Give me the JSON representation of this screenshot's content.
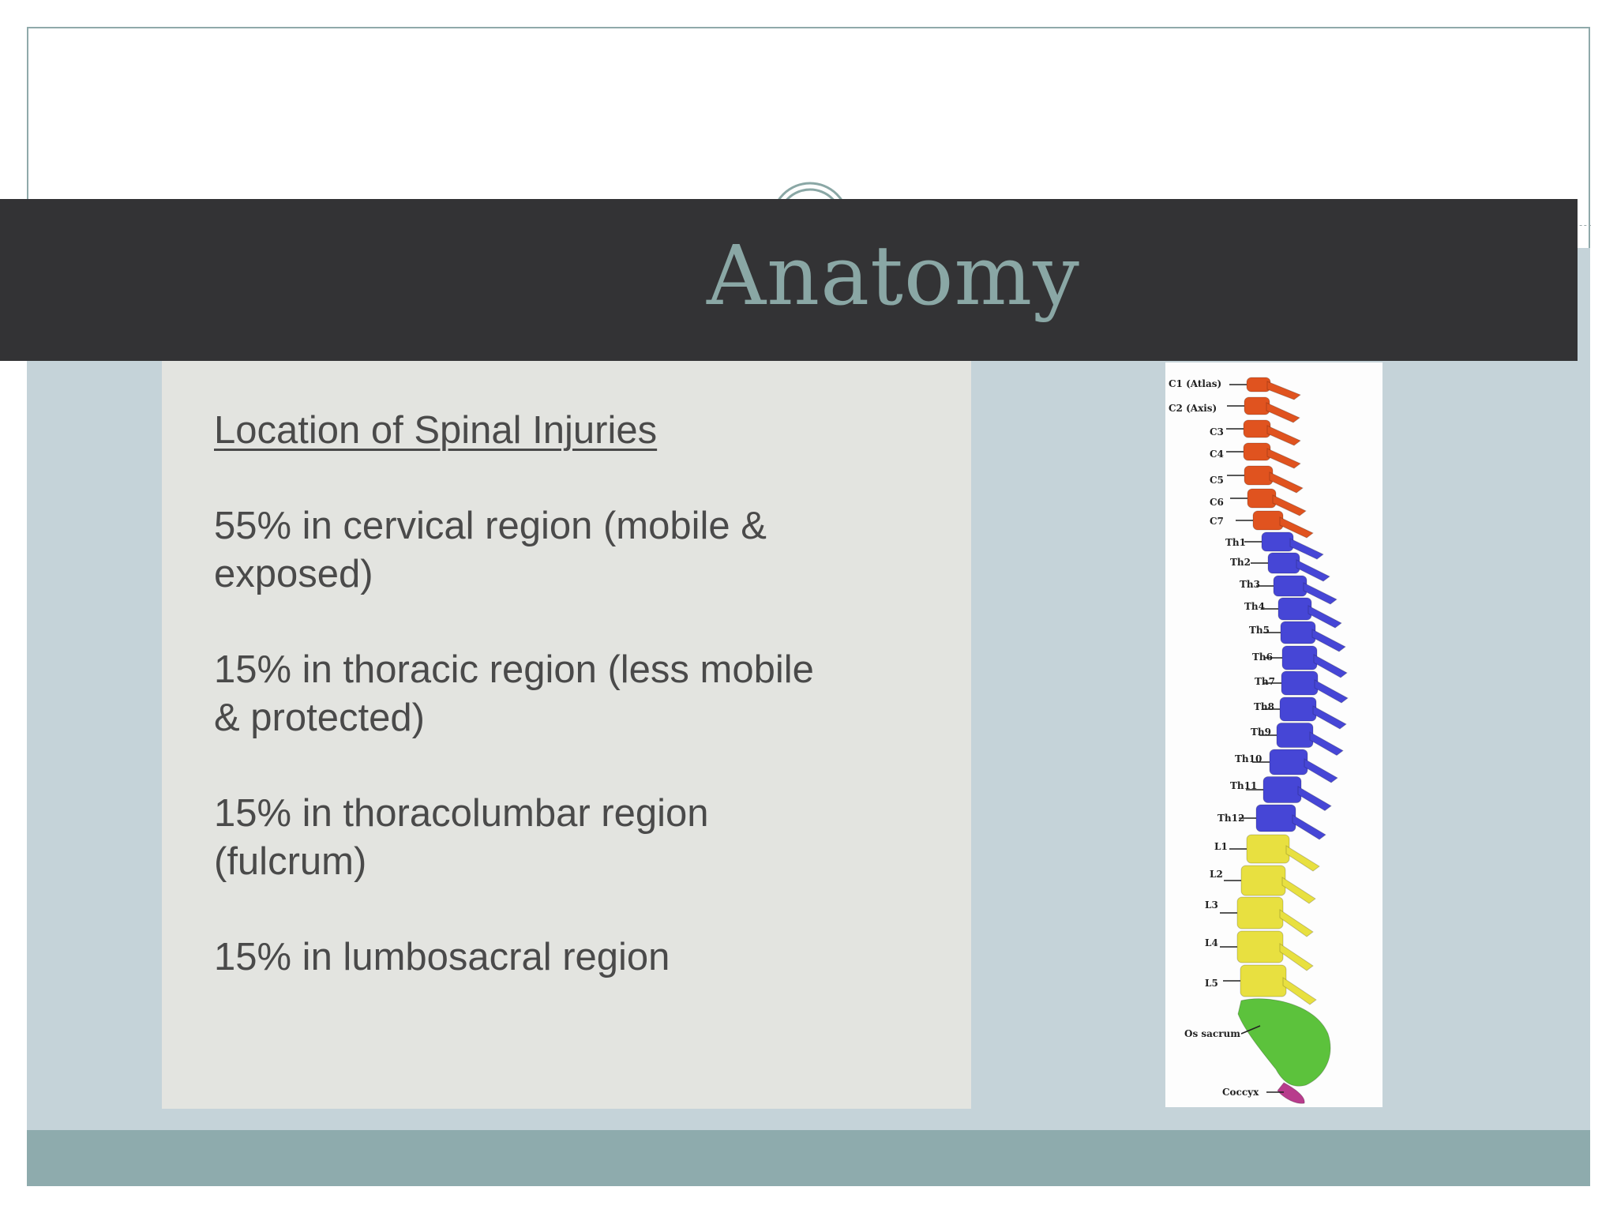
{
  "slide": {
    "title": "Anatomy",
    "heading": "Location of Spinal Injuries",
    "bullets": [
      "55% in cervical region  (mobile & exposed)",
      "15% in thoracic region  (less mobile & protected)",
      "15% in thoracolumbar region (fulcrum)",
      "15% in lumbosacral region"
    ]
  },
  "figure": {
    "labels": {
      "c1": "C1 (Atlas)",
      "c2": "C2 (Axis)",
      "c3": "C3",
      "c4": "C4",
      "c5": "C5",
      "c6": "C6",
      "c7": "C7",
      "th1": "Th1",
      "th2": "Th2",
      "th3": "Th3",
      "th4": "Th4",
      "th5": "Th5",
      "th6": "Th6",
      "th7": "Th7",
      "th8": "Th8",
      "th9": "Th9",
      "th10": "Th10",
      "th11": "Th11",
      "th12": "Th12",
      "l1": "L1",
      "l2": "L2",
      "l3": "L3",
      "l4": "L4",
      "l5": "L5",
      "sacrum": "Os sacrum",
      "coccyx": "Coccyx"
    },
    "colors": {
      "cervical": "#e0531f",
      "thoracic": "#4646d6",
      "lumbar": "#e8e040",
      "sacrum": "#5cc23c",
      "coccyx": "#b83c8c"
    }
  },
  "theme": {
    "title_bar": "#333335",
    "title_color": "#8aa7a5",
    "content_bg": "#c5d3d9",
    "footer_bg": "#8eabad",
    "panel_bg": "#e3e4e0"
  }
}
